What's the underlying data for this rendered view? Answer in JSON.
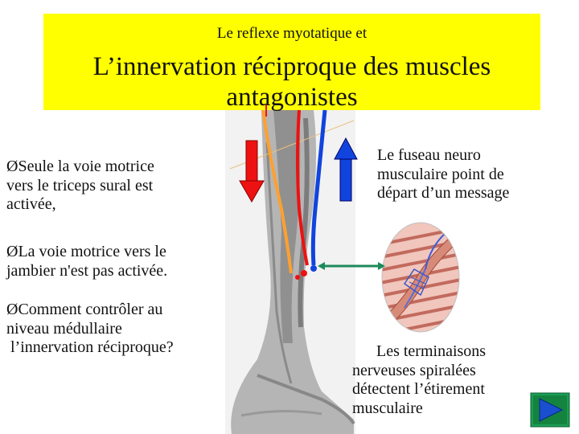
{
  "slide": {
    "subtitle": "Le reflexe myotatique  et",
    "title_line1": "L’innervation réciproque des muscles",
    "title_line2": "antagonistes",
    "bullets": [
      {
        "marker": "Ø",
        "line1": "Seule la voie motrice",
        "line2": "vers le triceps sural est",
        "line3": "activée,"
      },
      {
        "marker": "Ø",
        "line1": "La voie motrice vers le",
        "line2": "jambier n'est pas activée."
      },
      {
        "marker": "Ø",
        "line1": "Comment contrôler au",
        "line2": "niveau médullaire",
        "line3": " l’innervation réciproque?"
      }
    ],
    "right_top": {
      "line1": "Le fuseau neuro",
      "line2": "musculaire point de",
      "line3": "départ d’un message"
    },
    "right_bottom": {
      "line1": "Les terminaisons",
      "line2": "nerveuses  spiralées",
      "line3": "détectent l’étirement",
      "line4": "musculaire"
    }
  },
  "colors": {
    "title_bg": "#ffff00",
    "motor_red": "#ee1111",
    "sensory_blue": "#1144dd",
    "orange_path": "#ffa030",
    "button_green": "#1a9e55",
    "button_blue": "#1a4fd0"
  },
  "icons": {
    "next": "play-arrow-icon"
  }
}
